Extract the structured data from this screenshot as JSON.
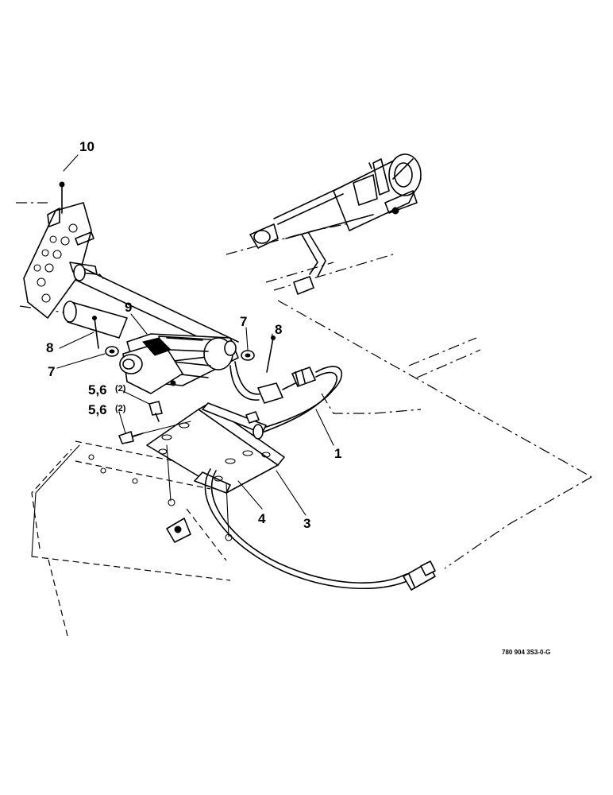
{
  "diagram": {
    "callouts": {
      "c1": "1",
      "c3": "3",
      "c4": "4",
      "c7a": "7",
      "c7b": "7",
      "c8a": "8",
      "c8b": "8",
      "c9": "9",
      "c10": "10",
      "c56a": "5,6",
      "c56a_qty": "(2)",
      "c56b": "5,6",
      "c56b_qty": "(2)"
    },
    "figure_code": "780 904 3S3-0-G"
  }
}
